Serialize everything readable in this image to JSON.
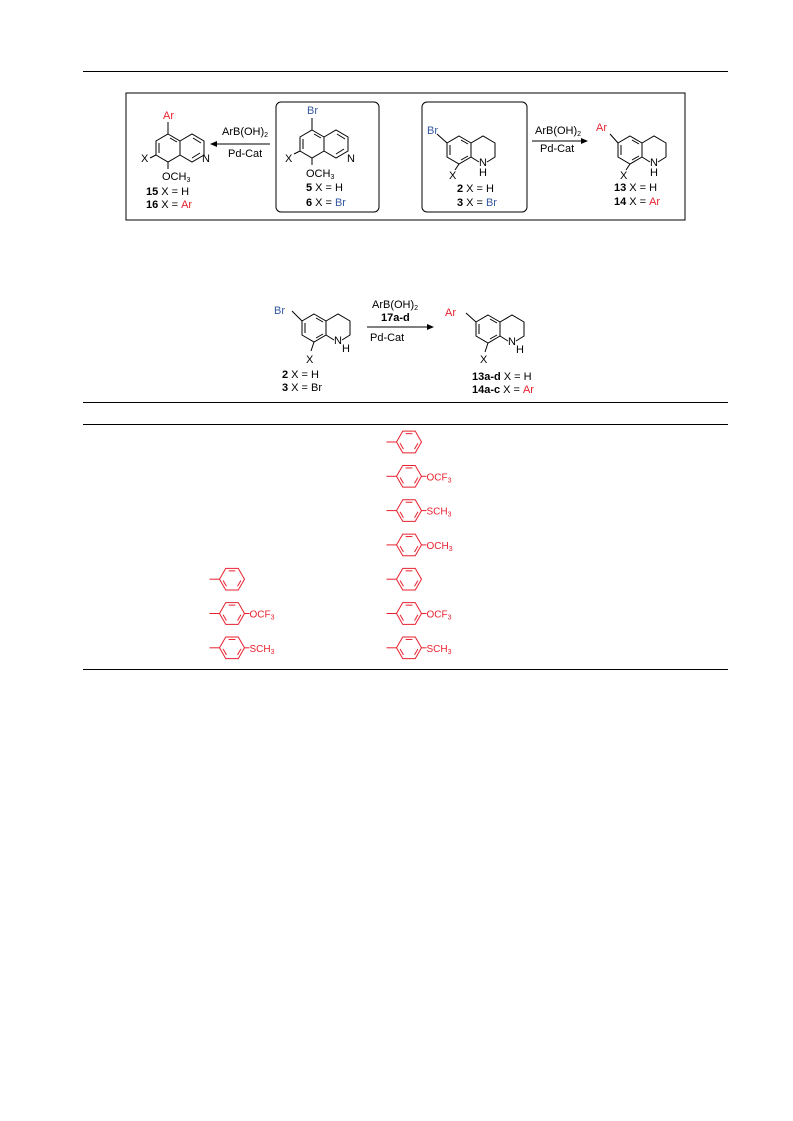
{
  "scheme1": {
    "left_reagent": "ArB(OH)2",
    "left_catalyst": "Pd-Cat",
    "right_reagent": "ArB(OH)2",
    "right_catalyst": "Pd-Cat",
    "q_prod_sub": "Ar",
    "q_prod_x": "X",
    "q_prod_ome": "OCH3",
    "q_prod_n": "N",
    "q_prod_l1_num": "15",
    "q_prod_l1_txt": "X = H",
    "q_prod_l2_num": "16",
    "q_prod_l2_pre": "X =",
    "q_prod_l2_val": "Ar",
    "q_sm_sub": "Br",
    "q_sm_x": "X",
    "q_sm_ome": "OCH3",
    "q_sm_n": "N",
    "q_sm_l1_num": "5",
    "q_sm_l1_txt": "X = H",
    "q_sm_l2_num": "6",
    "q_sm_l2_pre": "X =",
    "q_sm_l2_val": "Br",
    "thq_sm_sub": "Br",
    "thq_sm_x": "X",
    "thq_sm_nh_n": "N",
    "thq_sm_nh_h": "H",
    "thq_sm_l1_num": "2",
    "thq_sm_l1_txt": "X = H",
    "thq_sm_l2_num": "3",
    "thq_sm_l2_pre": "X =",
    "thq_sm_l2_val": "Br",
    "thq_prod_sub": "Ar",
    "thq_prod_x": "X",
    "thq_prod_nh_n": "N",
    "thq_prod_nh_h": "H",
    "thq_prod_l1_num": "13",
    "thq_prod_l1_txt": "X = H",
    "thq_prod_l2_num": "14",
    "thq_prod_l2_pre": "X =",
    "thq_prod_l2_val": "Ar"
  },
  "scheme2": {
    "reagent": "ArB(OH)2",
    "reagent_code": "17a-d",
    "catalyst": "Pd-Cat",
    "sm_sub": "Br",
    "sm_x": "X",
    "sm_n": "N",
    "sm_h": "H",
    "sm_l1_num": "2",
    "sm_l1_txt": "X = H",
    "sm_l2_num": "3",
    "sm_l2_txt": "X = Br",
    "prod_sub": "Ar",
    "prod_x": "X",
    "prod_n": "N",
    "prod_h": "H",
    "prod_l1_num": "13a-d",
    "prod_l1_txt": "X = H",
    "prod_l2_num": "14a-c",
    "prod_l2_pre": "X =",
    "prod_l2_val": "Ar"
  },
  "table": {
    "col_a": [
      {
        "substituent": ""
      },
      {
        "substituent": "OCF3"
      },
      {
        "substituent": "SCH3"
      }
    ],
    "col_b": [
      {
        "substituent": ""
      },
      {
        "substituent": "OCF3"
      },
      {
        "substituent": "SCH3"
      },
      {
        "substituent": "OCH3"
      },
      {
        "substituent": ""
      },
      {
        "substituent": "OCF3"
      },
      {
        "substituent": "SCH3"
      }
    ]
  },
  "colors": {
    "red": "#e8212e",
    "blue": "#34589f"
  }
}
